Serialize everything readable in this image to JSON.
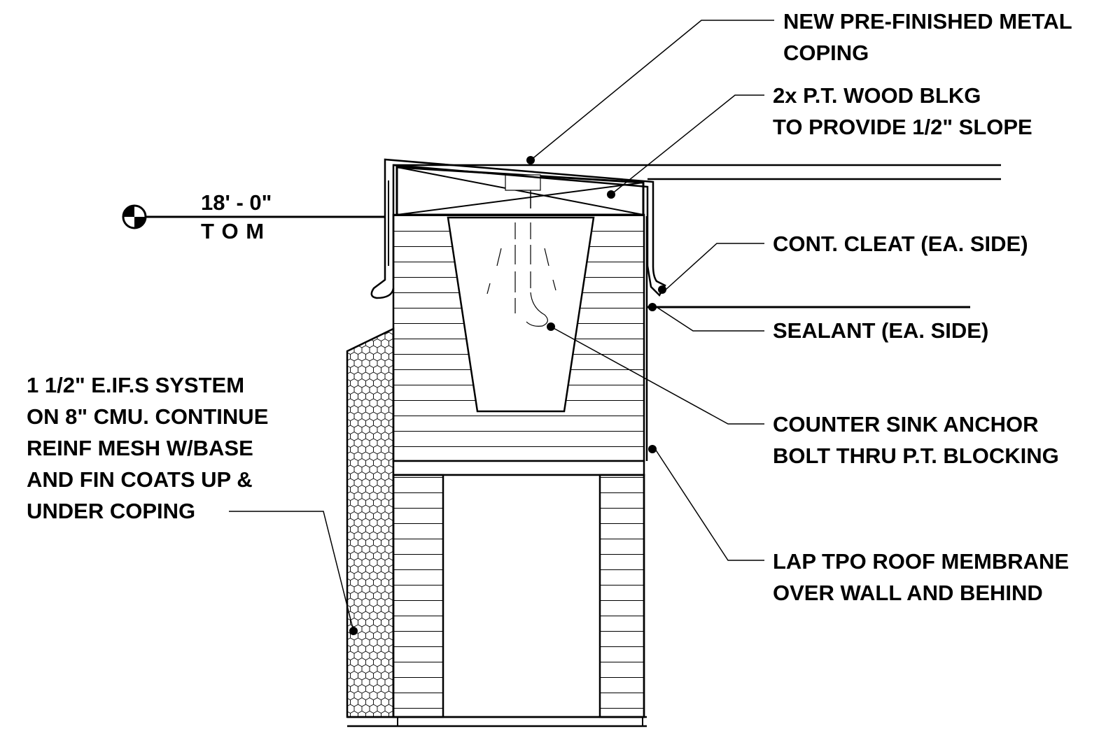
{
  "notes": {
    "coping": {
      "line1": "NEW PRE-FINISHED METAL",
      "line2": "COPING"
    },
    "blocking": {
      "line1": "2x P.T. WOOD BLKG",
      "line2": "TO PROVIDE 1/2\" SLOPE"
    },
    "cleat": {
      "line1": "CONT. CLEAT (EA. SIDE)"
    },
    "sealant": {
      "line1": "SEALANT (EA. SIDE)"
    },
    "anchor": {
      "line1": "COUNTER SINK ANCHOR",
      "line2": "BOLT THRU P.T. BLOCKING"
    },
    "membrane": {
      "line1": "LAP TPO ROOF MEMBRANE",
      "line2": "OVER WALL AND BEHIND"
    },
    "eifs": {
      "line1": "1 1/2\" E.IF.S SYSTEM",
      "line2": "ON 8\" CMU. CONTINUE",
      "line3": "REINF MESH W/BASE",
      "line4": "AND FIN COATS UP &",
      "line5": "UNDER COPING"
    }
  },
  "elevation": {
    "value": "18' - 0\"",
    "label": "T O M"
  },
  "colors": {
    "ink": "#000000",
    "paper": "#ffffff"
  }
}
